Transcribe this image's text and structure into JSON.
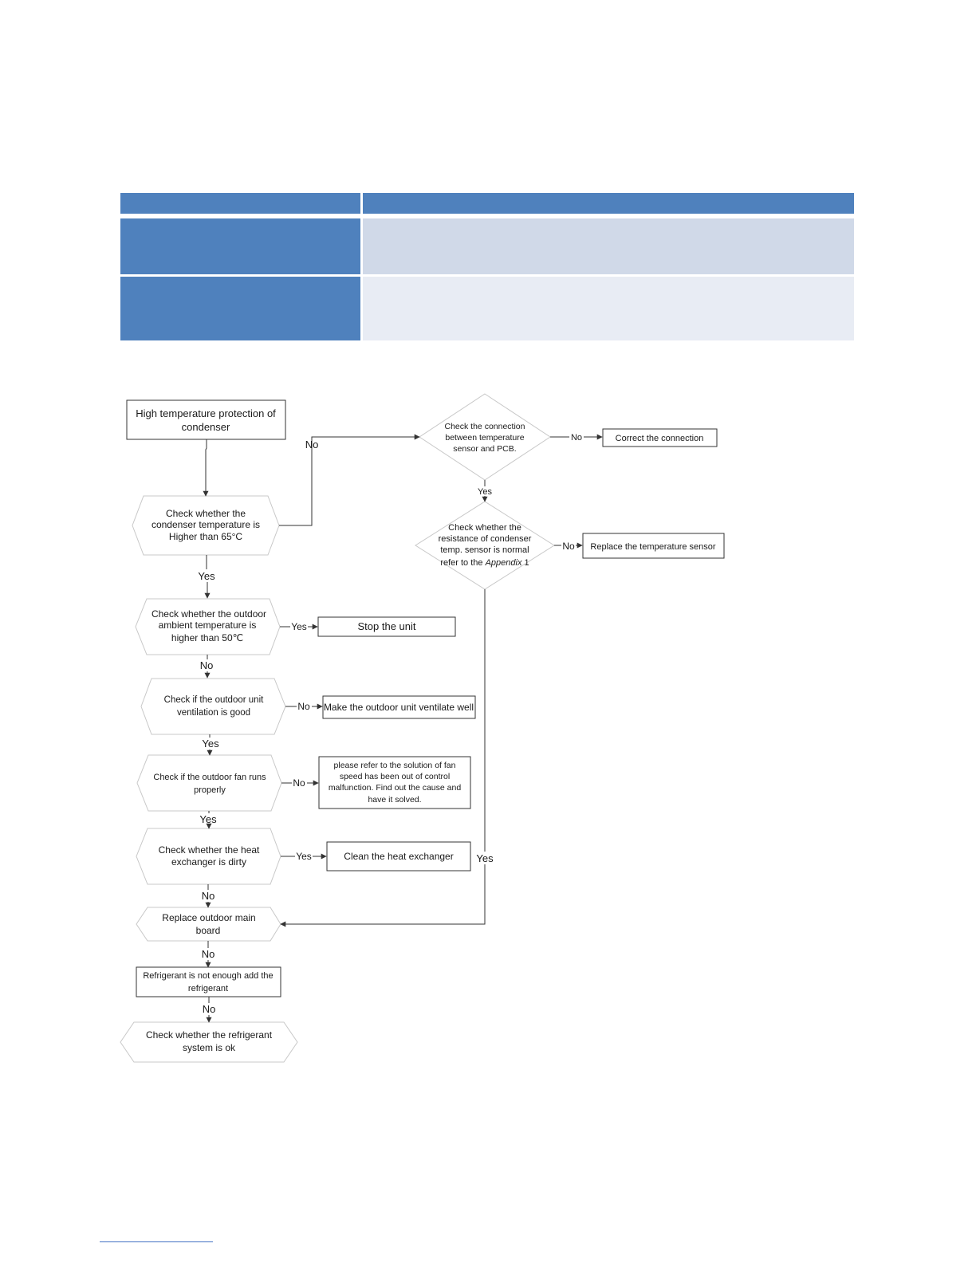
{
  "flowchart": {
    "start": [
      "High temperature protection of",
      "condenser"
    ],
    "check_condenser_temp": [
      "Check whether the",
      "condenser temperature is",
      "Higher  than 65°C"
    ],
    "check_connection": [
      "Check the connection",
      "between temperature",
      "sensor and PCB."
    ],
    "correct_connection": "Correct the connection",
    "check_sensor_resistance": [
      "Check whether the",
      "resistance of condenser",
      "temp. sensor is normal"
    ],
    "check_sensor_resistance_ref": "refer to the ",
    "check_sensor_resistance_ref_italic": "Appendix",
    "check_sensor_resistance_ref_num": " 1",
    "replace_sensor": "Replace the temperature sensor",
    "check_ambient_temp": [
      "Check whether the outdoor",
      "ambient temperature is",
      "higher than 50℃"
    ],
    "stop_unit": "Stop the unit",
    "check_ventilation": [
      "Check if the outdoor unit",
      "ventilation is good"
    ],
    "make_ventilate": "Make the outdoor unit ventilate well",
    "check_fan": [
      "Check if the outdoor fan runs",
      "properly"
    ],
    "fan_solution": [
      "please refer to the solution of fan",
      "speed has been out of control",
      "malfunction. Find out the cause and",
      "have it solved."
    ],
    "check_heat_exchanger": [
      "Check whether the heat",
      "exchanger is dirty"
    ],
    "clean_heat_exchanger": "Clean the heat exchanger",
    "replace_main_board": [
      "Replace outdoor main",
      "board"
    ],
    "refrigerant_low": [
      "Refrigerant is not enough add the",
      "refrigerant"
    ],
    "check_refrigerant_system": [
      "Check whether the refrigerant",
      "system is ok"
    ]
  },
  "edge_labels": {
    "yes": "Yes",
    "no": "No"
  },
  "colors": {
    "table_header": "#4f81bd",
    "table_row_1_value": "#d0d9e8",
    "table_row_2_value": "#e8ecf4",
    "hex_border": "#c8c8c8",
    "box_border": "#333333",
    "line": "#333333"
  }
}
